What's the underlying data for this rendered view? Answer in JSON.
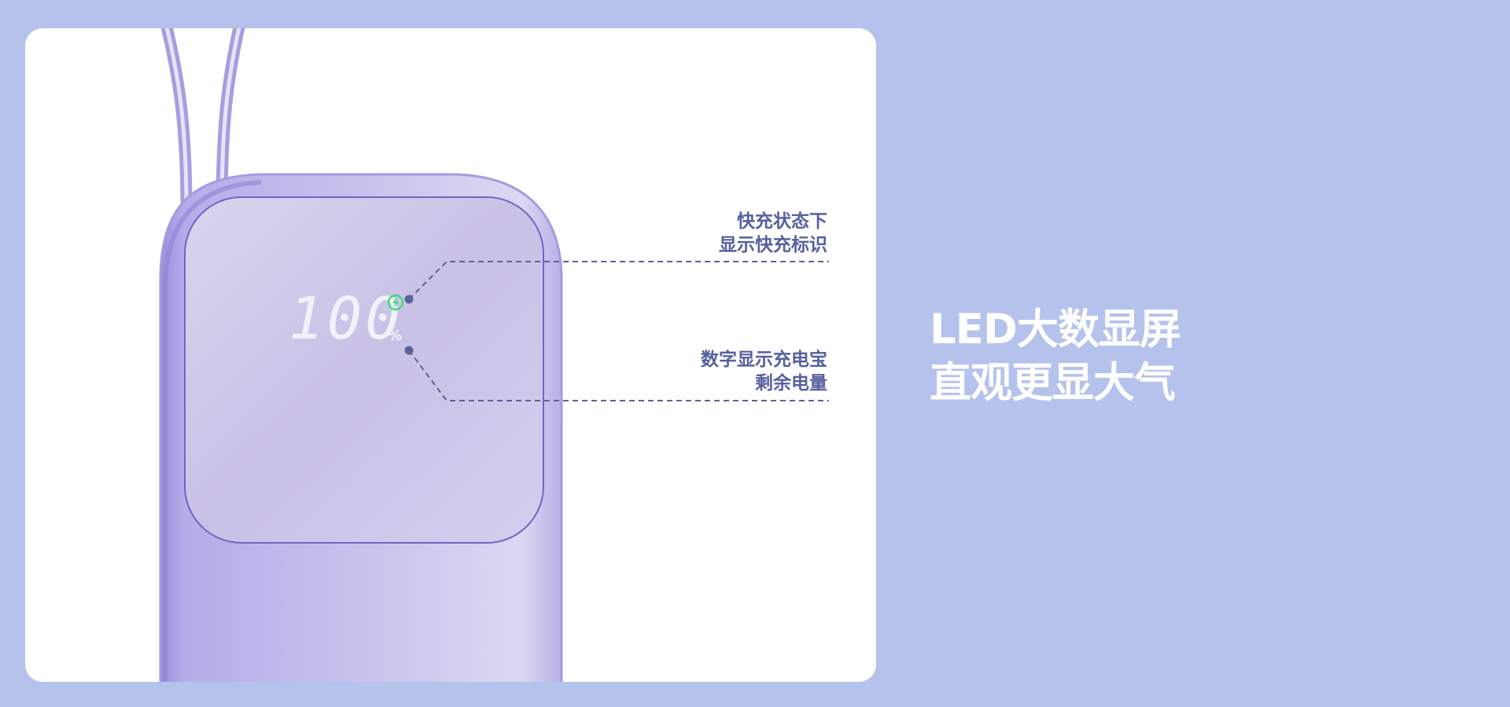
{
  "display": {
    "reading": "100",
    "unit": "%"
  },
  "callouts": [
    {
      "lines": [
        "快充状态下",
        "显示快充标识"
      ]
    },
    {
      "lines": [
        "数字显示充电宝",
        "剩余电量"
      ]
    }
  ],
  "headline": {
    "line1": "LED大数显屏",
    "line2": "直观更显大气"
  },
  "colors": {
    "background": "#b5c2ec",
    "card": "#ffffff",
    "device": "#c7c0e8",
    "callout_text": "#56609e",
    "fast_charge_icon": "#2fe06a",
    "headline_text": "#ffffff"
  },
  "icons": {
    "fast_charge": "lightning-bolt-circle-icon"
  }
}
